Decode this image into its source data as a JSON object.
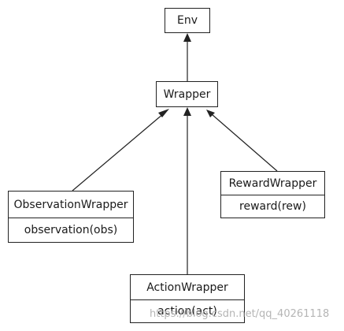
{
  "nodes": {
    "env": {
      "name": "Env"
    },
    "wrapper": {
      "name": "Wrapper"
    },
    "observation_wrapper": {
      "name": "ObservationWrapper",
      "method": "observation(obs)"
    },
    "reward_wrapper": {
      "name": "RewardWrapper",
      "method": "reward(rew)"
    },
    "action_wrapper": {
      "name": "ActionWrapper",
      "method": "action(act)"
    }
  },
  "edges": [
    {
      "from": "wrapper",
      "to": "env",
      "type": "inheritance"
    },
    {
      "from": "observation_wrapper",
      "to": "wrapper",
      "type": "inheritance"
    },
    {
      "from": "action_wrapper",
      "to": "wrapper",
      "type": "inheritance"
    },
    {
      "from": "reward_wrapper",
      "to": "wrapper",
      "type": "inheritance"
    }
  ],
  "watermark": "https://blog.csdn.net/qq_40261118",
  "colors": {
    "line": "#222222",
    "background": "#ffffff",
    "watermark": "#b5b5b5"
  }
}
